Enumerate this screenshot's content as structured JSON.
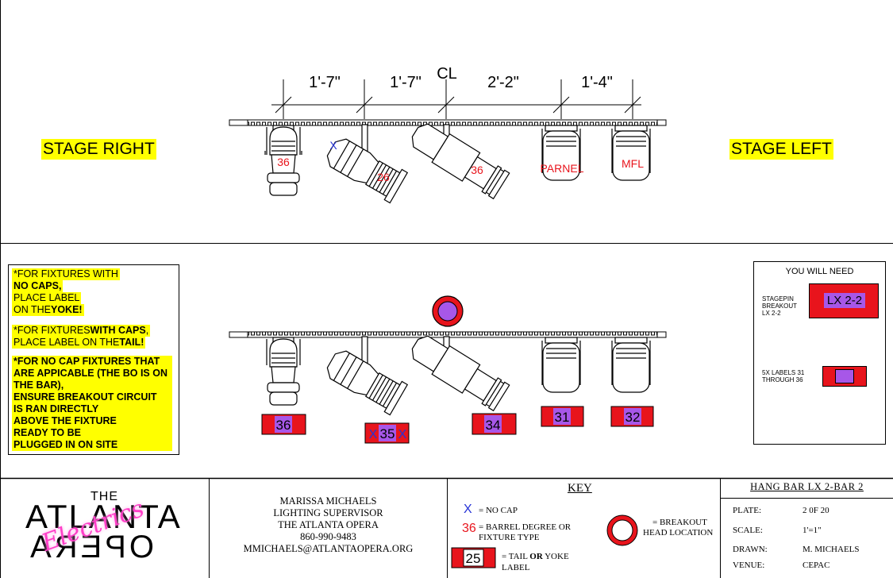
{
  "top_view": {
    "dimensions": [
      "1'-7\"",
      "1'-7\"",
      "CL",
      "2'-2\"",
      "1'-4\""
    ],
    "stage_right": "STAGE RIGHT",
    "stage_left": "STAGE LEFT",
    "fixtures": [
      {
        "label": "36",
        "no_cap": false
      },
      {
        "label": "26",
        "no_cap": true
      },
      {
        "label": "36",
        "no_cap": false
      },
      {
        "label": "PARNEL",
        "no_cap": false
      },
      {
        "label": "MFL",
        "no_cap": false
      }
    ]
  },
  "notes": {
    "note1": {
      "line1": "*FOR FIXTURES WITH",
      "line2": "NO CAPS,",
      "line3": "PLACE LABEL",
      "line4a": "ON THE ",
      "line4b": "YOKE!"
    },
    "note2": {
      "line1a": "*FOR FIXTURES ",
      "line1b": "WITH CAPS",
      "line1c": ",",
      "line2a": "PLACE LABEL ON THE ",
      "line2b": "TAIL!"
    },
    "note3": [
      "*FOR NO CAP FIXTURES THAT",
      "ARE APPICABLE (THE BO IS ON",
      "THE BAR),",
      "ENSURE BREAKOUT CIRCUIT",
      "IS RAN DIRECTLY",
      "ABOVE THE FIXTURE",
      "READY TO BE",
      "PLUGGED IN ON SITE"
    ]
  },
  "bottom_view": {
    "labels": [
      {
        "text": "36",
        "prefix": "",
        "suffix": ""
      },
      {
        "text": "35",
        "prefix": "X",
        "suffix": "X"
      },
      {
        "text": "34",
        "prefix": "",
        "suffix": ""
      },
      {
        "text": "31",
        "prefix": "",
        "suffix": ""
      },
      {
        "text": "32",
        "prefix": "",
        "suffix": ""
      }
    ]
  },
  "you_will_need": {
    "title": "YOU WILL NEED",
    "item1_desc": [
      "STAGEPIN",
      "BREAKOUT",
      "LX 2-2"
    ],
    "item1_label": "LX 2-2",
    "item2_desc": [
      "5X LABELS 31",
      "THROUGH 36"
    ]
  },
  "logo": {
    "the": "THE",
    "atlanta": "ATLANTA",
    "opera": "OPERA",
    "script": "Electrics"
  },
  "contact": {
    "name": "MARISSA MICHAELS",
    "role": "LIGHTING SUPERVISOR",
    "org": "THE ATLANTA OPERA",
    "phone": "860-990-9483",
    "email": "MMICHAELS@ATLANTAOPERA.ORG"
  },
  "key": {
    "title": "KEY",
    "no_cap_symbol": "X",
    "no_cap_text": "= NO CAP",
    "barrel_symbol": "36",
    "barrel_text1": "= BARREL DEGREE OR",
    "barrel_text2": "FIXTURE TYPE",
    "tail_symbol": "25",
    "tail_text1": "= TAIL",
    "tail_or": "OR",
    "tail_text2": "YOKE",
    "tail_text3": "LABEL",
    "breakout_text1": "= BREAKOUT",
    "breakout_text2": "HEAD LOCATION"
  },
  "title_block": {
    "title": "HANG BAR LX 2-BAR 2",
    "plate_label": "PLATE:",
    "plate_value": "2 0F 20",
    "scale_label": "SCALE:",
    "scale_value": "1'=1\"",
    "drawn_label": "DRAWN:",
    "drawn_value": "M. MICHAELS",
    "venue_label": "VENUE:",
    "venue_value": "CEPAC"
  },
  "colors": {
    "red": "#e8141c",
    "purple": "#a757e8",
    "yellow": "#ffff00",
    "blue": "#2633d6",
    "pink": "#ff3fc8"
  }
}
